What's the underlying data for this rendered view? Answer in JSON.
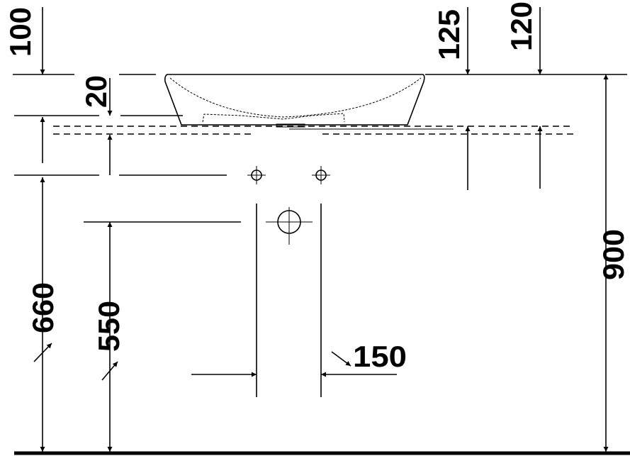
{
  "title": "Washbasin installation dimensions",
  "dimensions": {
    "top_left": "100",
    "basin_thickness": "20",
    "tap_height_a": "125",
    "tap_height_b": "120",
    "total_height": "900",
    "tap_hole_height": "660",
    "waste_height": "550",
    "waste_spacing": "150"
  },
  "colors": {
    "line": "#000000",
    "background": "#ffffff"
  }
}
